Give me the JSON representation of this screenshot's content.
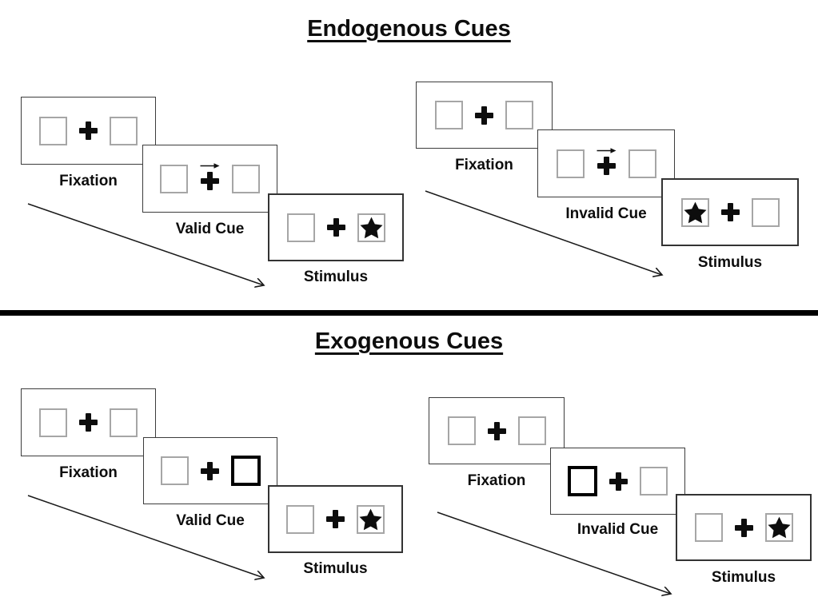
{
  "page": {
    "background": "#ffffff"
  },
  "colors": {
    "divider": "#000000",
    "panel_border": "#3c3c3c",
    "placeholder_box_border": "#a6a6a6",
    "highlight_box_border": "#000000",
    "ink": "#0d0d0d"
  },
  "icons": {
    "fixation_cross": "+",
    "star": "★",
    "cue_arrow": "→",
    "sequence_arrow": "↘"
  },
  "sections": {
    "endogenous": {
      "title": "Endogenous Cues",
      "left_sequence": {
        "fixation_label": "Fixation",
        "cue_label": "Valid Cue",
        "stimulus_label": "Stimulus"
      },
      "right_sequence": {
        "fixation_label": "Fixation",
        "cue_label": "Invalid Cue",
        "stimulus_label": "Stimulus"
      }
    },
    "exogenous": {
      "title": "Exogenous Cues",
      "left_sequence": {
        "fixation_label": "Fixation",
        "cue_label": "Valid Cue",
        "stimulus_label": "Stimulus"
      },
      "right_sequence": {
        "fixation_label": "Fixation",
        "cue_label": "Invalid Cue",
        "stimulus_label": "Stimulus"
      }
    }
  }
}
